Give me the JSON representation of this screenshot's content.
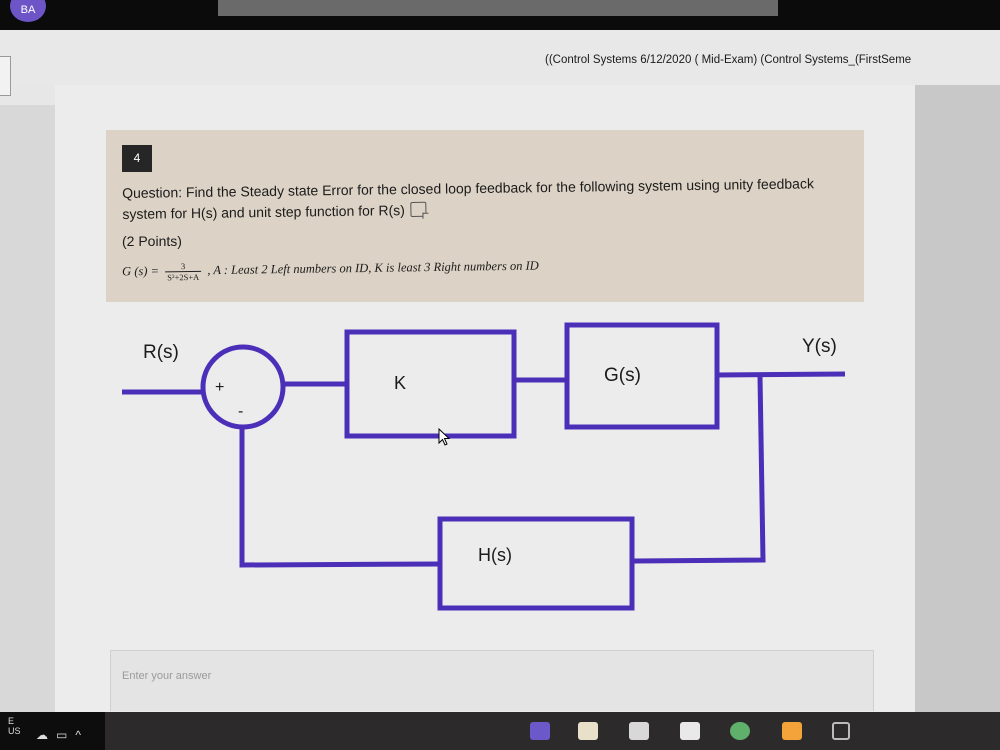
{
  "window": {
    "title": "((Control Systems 6/12/2020 ( Mid-Exam) (Control Systems_(FirstSeme"
  },
  "avatar": {
    "initials": "BA"
  },
  "question": {
    "number": "4",
    "text": "Question: Find the Steady state Error for the closed loop feedback for the following system using unity feedback system for H(s) and unit step function for R(s)",
    "points": "(2 Points)",
    "formula": {
      "lhs": "G (s)  =",
      "numerator": "3",
      "denominator": "S²+2S+A",
      "rest": ",  A :  Least 2 Left numbers on ID,  K is least 3 Right numbers on ID"
    }
  },
  "diagram": {
    "input_label": "R(s)",
    "output_label": "Y(s)",
    "sum_plus": "+",
    "sum_minus": "-",
    "blocks": {
      "k": "K",
      "g": "G(s)",
      "h": "H(s)"
    },
    "line_color": "#4b2fb8"
  },
  "answer": {
    "placeholder": "Enter your answer"
  },
  "taskbar": {
    "lang": "E\nUS",
    "icons": [
      "teams-icon",
      "photos-icon",
      "file-explorer-icon",
      "store-icon",
      "edge-icon",
      "mail-icon",
      "taskbar-extra-icon"
    ]
  }
}
